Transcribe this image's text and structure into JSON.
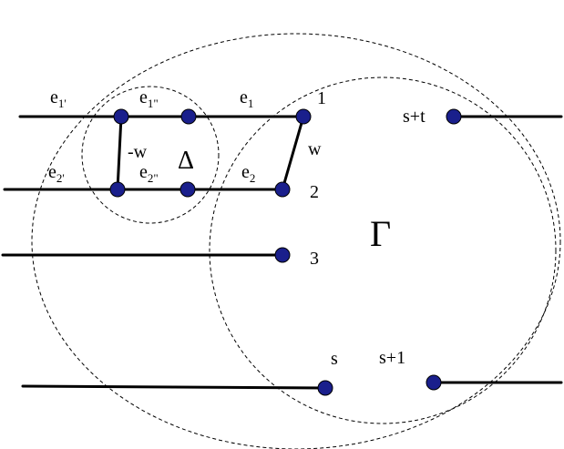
{
  "labels": {
    "e1p": "e",
    "e1p_sub": "1'",
    "e1pp": "e",
    "e1pp_sub": "1\"",
    "e1": "e",
    "e1_sub": "1",
    "one": "1",
    "s_plus_t": "s+t",
    "minus_w": "-w",
    "delta": "Δ",
    "w": "w",
    "e2p": "e",
    "e2p_sub": "2'",
    "e2pp": "e",
    "e2pp_sub": "2\"",
    "e2": "e",
    "e2_sub": "2",
    "two": "2",
    "gamma": "Γ",
    "three": "3",
    "s": "s",
    "s_plus_1": "s+1"
  },
  "colors": {
    "node_fill": "#1a1f8c",
    "line": "#000000",
    "background": "#ffffff"
  }
}
